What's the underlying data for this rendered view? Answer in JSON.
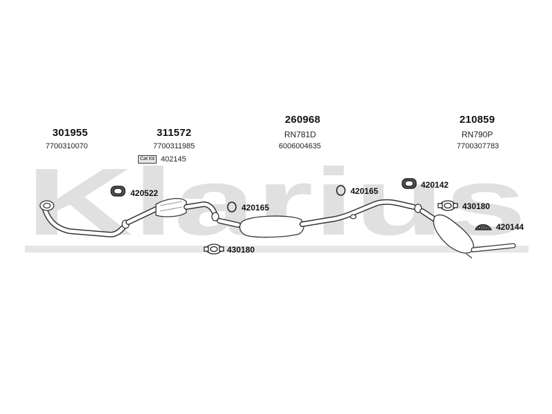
{
  "brand": {
    "name": "Klarius",
    "watermark": "Klarius",
    "color": "#dcdcdc"
  },
  "groups": [
    {
      "part_no": "301955",
      "ref": "7700310070"
    },
    {
      "part_no": "311572",
      "ref": "7700311985",
      "badge": "Cat Kit",
      "kit_no": "402145"
    },
    {
      "part_no": "260968",
      "ref1": "RN781D",
      "ref2": "6006004635"
    },
    {
      "part_no": "210859",
      "ref1": "RN790P",
      "ref2": "7700307783"
    }
  ],
  "fittings": [
    {
      "label": "420522",
      "icon": "rubber-mount-icon"
    },
    {
      "label": "420165",
      "icon": "o-ring-icon"
    },
    {
      "label": "430180",
      "icon": "clamp-icon"
    },
    {
      "label": "420165",
      "icon": "o-ring-icon"
    },
    {
      "label": "420142",
      "icon": "rubber-mount-icon"
    },
    {
      "label": "430180",
      "icon": "clamp-icon"
    },
    {
      "label": "420144",
      "icon": "bracket-icon"
    }
  ],
  "colors": {
    "pipe_fill": "#ffffff",
    "pipe_stroke": "#333333",
    "band": "#e4e4e4"
  }
}
